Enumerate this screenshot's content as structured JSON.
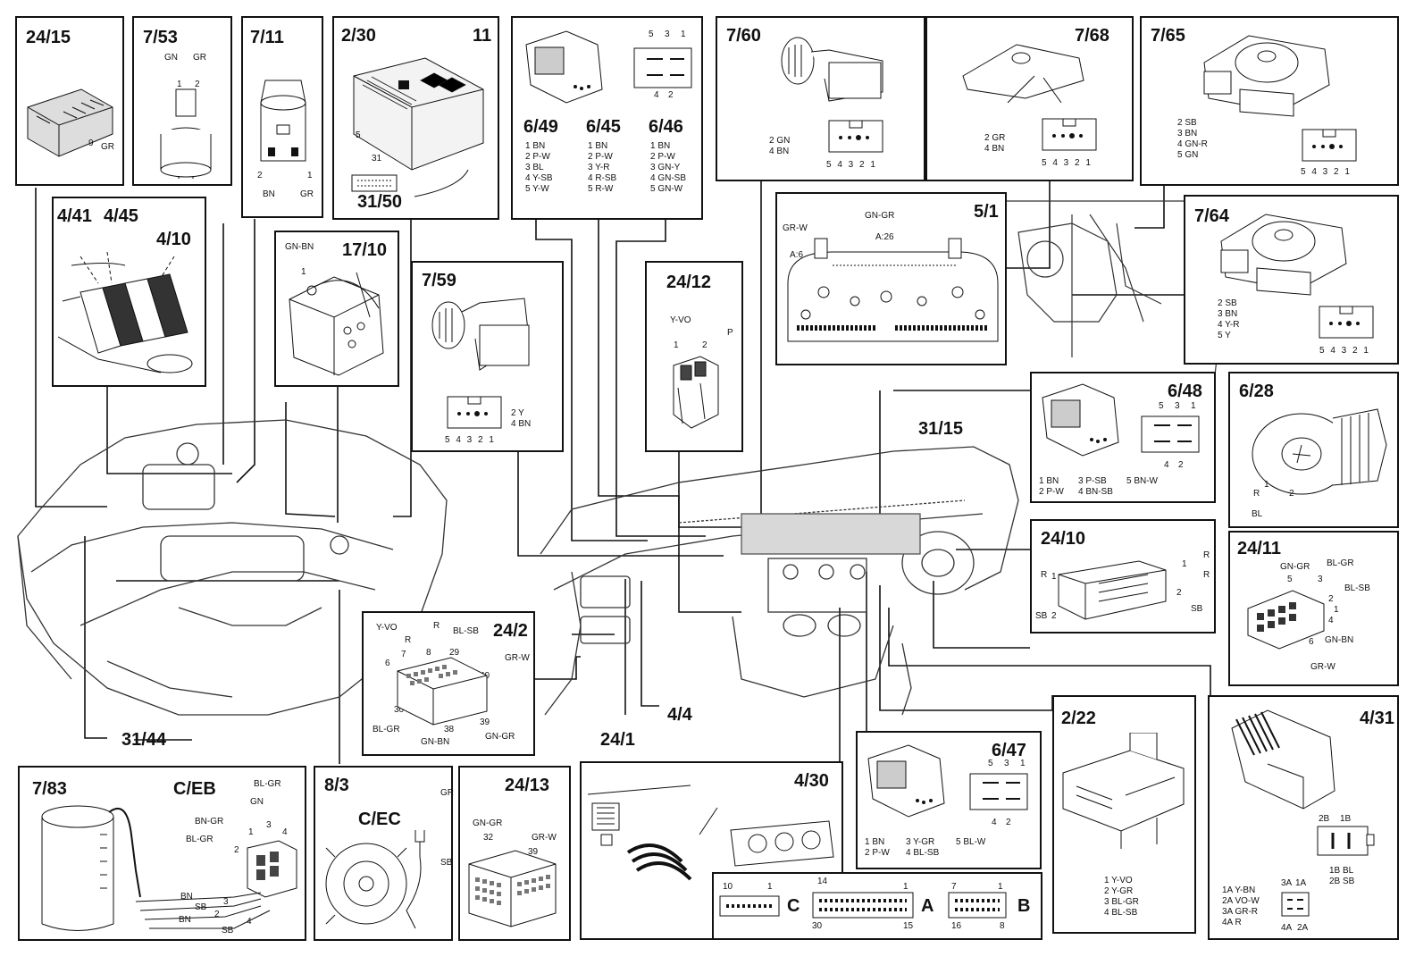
{
  "labels": {
    "c24_15": "24/15",
    "c7_53": "7/53",
    "c7_11": "7/11",
    "c2_30": "2/30",
    "c11": "11",
    "c31_50": "31/50",
    "c6_49": "6/49",
    "c6_45": "6/45",
    "c6_46": "6/46",
    "c7_60": "7/60",
    "c7_68": "7/68",
    "c7_65": "7/65",
    "c4_41": "4/41",
    "c4_45": "4/45",
    "c4_10": "4/10",
    "c17_10": "17/10",
    "c7_59": "7/59",
    "c24_12": "24/12",
    "c5_1": "5/1",
    "c7_64": "7/64",
    "c6_48": "6/48",
    "c6_28": "6/28",
    "c31_15": "31/15",
    "c24_10": "24/10",
    "c24_11": "24/11",
    "c24_2": "24/2",
    "c4_4": "4/4",
    "c24_1": "24/1",
    "c31_44": "31/44",
    "c7_83": "7/83",
    "ceb": "C/EB",
    "c8_3": "8/3",
    "cec": "C/EC",
    "c24_13": "24/13",
    "c4_30": "4/30",
    "c6_47": "6/47",
    "c2_22": "2/22",
    "c4_31": "4/31"
  },
  "pins": {
    "c24_15": {
      "p9": "9",
      "gr": "GR"
    },
    "c7_53": {
      "gn": "GN",
      "gr": "GR",
      "p1": "1",
      "p2": "2"
    },
    "c7_11": {
      "p2": "2",
      "p1": "1",
      "bn": "BN",
      "gr": "GR"
    },
    "c2_30": {
      "p5": "5",
      "p31": "31"
    },
    "c6_49": [
      "1 BN",
      "2 P-W",
      "3 BL",
      "4 Y-SB",
      "5 Y-W"
    ],
    "c6_45": [
      "1 BN",
      "2 P-W",
      "3 Y-R",
      "4 R-SB",
      "5 R-W"
    ],
    "c6_46": [
      "1 BN",
      "2 P-W",
      "3 GN-Y",
      "4 GN-SB",
      "5 GN-W"
    ],
    "conn_top": {
      "p5": "5",
      "p3": "3",
      "p1": "1",
      "p4": "4",
      "p2": "2"
    },
    "c7_60": [
      "2 GN",
      "4 BN"
    ],
    "c7_68": [
      "2 GR",
      "4 BN"
    ],
    "c7_65": [
      "2 SB",
      "3 BN",
      "4 GN-R",
      "5 GN"
    ],
    "c7_64": [
      "2 SB",
      "3 BN",
      "4 Y-R",
      "5 Y"
    ],
    "c7_59": [
      "2 Y",
      "4 BN"
    ],
    "pin_row": "5 4 3 2 1",
    "c17_10": {
      "gnbn": "GN-BN",
      "p1": "1"
    },
    "c24_12": {
      "yvo": "Y-VO",
      "p1": "1",
      "p2": "2",
      "p": "P"
    },
    "c5_1": {
      "grw": "GR-W",
      "a6": "A:6",
      "gngr": "GN-GR",
      "a26": "A:26"
    },
    "c6_48": {
      "l1": "1 BN",
      "l2": "2 P-W",
      "l3": "3 P-SB",
      "l4": "4 BN-SB",
      "l5": "5 BN-W"
    },
    "c6_47": {
      "l1": "1 BN",
      "l2": "2 P-W",
      "l3": "3 Y-GR",
      "l4": "4 BL-SB",
      "l5": "5 BL-W"
    },
    "c6_28": {
      "r": "R",
      "bl": "BL",
      "p1": "1",
      "p2": "2"
    },
    "c24_10": {
      "r1": "R",
      "p1": "1",
      "sb2": "SB",
      "p2": "2",
      "rr1": "R",
      "rp1": "1",
      "rr2": "R",
      "rp2": "2",
      "rsb": "SB"
    },
    "c24_11": {
      "gngr": "GN-GR",
      "blgr": "BL-GR",
      "blsb": "BL-SB",
      "gnbn": "GN-BN",
      "grw": "GR-W",
      "p5": "5",
      "p3": "3",
      "p2": "2",
      "p4": "4",
      "p1": "1",
      "p6": "6"
    },
    "c24_2": {
      "yvo": "Y-VO",
      "r": "R",
      "blsb": "BL-SB",
      "grw": "GR-W",
      "p6": "6",
      "p7": "7",
      "p8": "8",
      "p29": "29",
      "p40": "40",
      "p30": "30",
      "blgr": "BL-GR",
      "p38": "38",
      "gnbn": "GN-BN",
      "p39": "39",
      "gngr": "GN-GR",
      "r2": "R"
    },
    "c7_83": {
      "blgr": "BL-GR",
      "gn": "GN",
      "bngr": "BN-GR",
      "blgr2": "BL-GR",
      "p1": "1",
      "p2": "2",
      "p3": "3",
      "p4": "4",
      "bn": "BN",
      "sb": "SB",
      "bn2": "BN",
      "sb2": "SB",
      "w3": "3",
      "w2": "2",
      "w4": "4"
    },
    "c8_3": {
      "gr": "GR",
      "sb": "SB"
    },
    "c24_13": {
      "gngr": "GN-GR",
      "p32": "32",
      "grw": "GR-W",
      "p39": "39"
    },
    "c4_30": {
      "c10": "10",
      "c1": "1",
      "c": "C",
      "a14": "14",
      "a1": "1",
      "a30": "30",
      "a15": "15",
      "a": "A",
      "b7": "7",
      "b1": "1",
      "b16": "16",
      "b8": "8",
      "b": "B"
    },
    "c2_22": [
      "1 Y-VO",
      "2 Y-GR",
      "3 BL-GR",
      "4 BL-SB"
    ],
    "c4_31": {
      "p2b": "2B",
      "p1b": "1B",
      "bl": "1B BL",
      "sb": "2B SB",
      "l1": "1A Y-BN",
      "l2": "2A VO-W",
      "l3": "3A GR-R",
      "l4": "4A R",
      "p3a": "3A",
      "p1a": "1A",
      "p4a": "4A",
      "p2a": "2A"
    }
  }
}
